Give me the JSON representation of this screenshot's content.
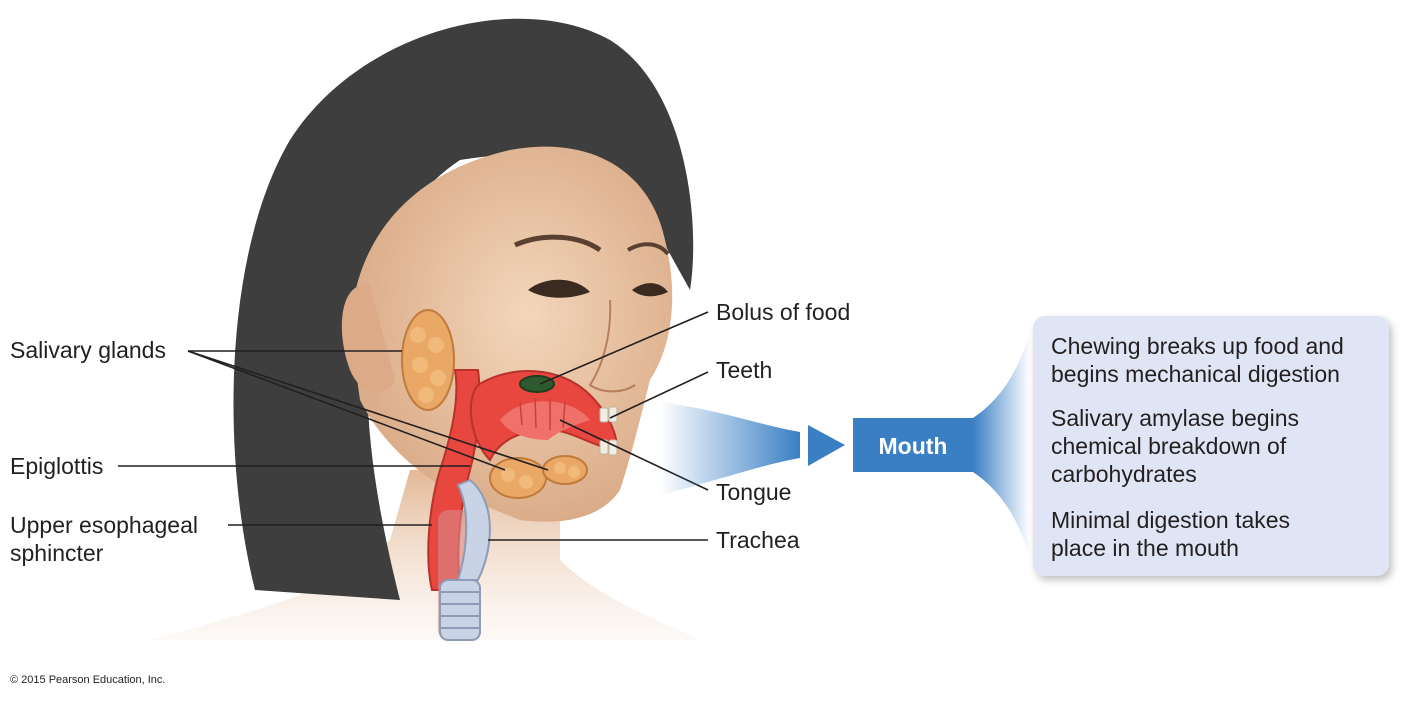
{
  "labels": {
    "salivary_glands": "Salivary glands",
    "epiglottis": "Epiglottis",
    "upper_esophageal_line1": "Upper esophageal",
    "upper_esophageal_line2": "sphincter",
    "bolus_of_food": "Bolus of food",
    "teeth": "Teeth",
    "tongue": "Tongue",
    "trachea": "Trachea"
  },
  "mouth_label": "Mouth",
  "facts": [
    {
      "line1": "Chewing breaks up food and",
      "line2": "begins mechanical digestion"
    },
    {
      "line1": "Salivary amylase begins",
      "line2": "chemical breakdown of",
      "line3": "carbohydrates"
    },
    {
      "line1": "Minimal digestion takes",
      "line2": "place in the mouth"
    }
  ],
  "copyright": "© 2015 Pearson Education, Inc.",
  "colors": {
    "arrow_blue": "#3a7fc4",
    "info_box_bg": "#dfe5f4",
    "skin": "#ecc7a6",
    "hair": "#3e3e3e",
    "gland": "#e9a866",
    "tissue_red": "#e8473f"
  }
}
